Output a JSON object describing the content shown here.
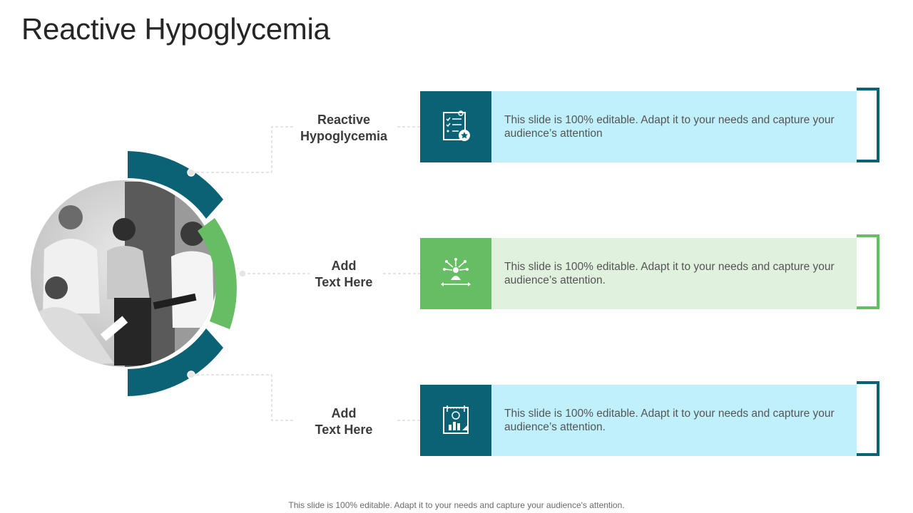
{
  "slide": {
    "title": "Reactive Hypoglycemia",
    "footer": "This slide is 100% editable. Adapt it to your needs and capture your audience's attention."
  },
  "colors": {
    "teal": "#0a6274",
    "green": "#66bd63",
    "light_blue": "#bff0fb",
    "light_green": "#e0f1de"
  },
  "items": [
    {
      "label_line1": "Reactive",
      "label_line2": "Hypoglycemia",
      "text": "This slide is 100% editable. Adapt it to your needs and capture your audience’s attention",
      "icon": "checklist-star-icon",
      "color": "teal"
    },
    {
      "label_line1": "Add",
      "label_line2": "Text Here",
      "text": "This slide is 100% editable. Adapt it to your needs and capture your audience’s attention.",
      "icon": "person-network-icon",
      "color": "green"
    },
    {
      "label_line1": "Add",
      "label_line2": "Text Here",
      "text": "This slide is 100% editable. Adapt it to your needs and capture your audience’s attention.",
      "icon": "blueprint-chart-icon",
      "color": "teal"
    }
  ]
}
